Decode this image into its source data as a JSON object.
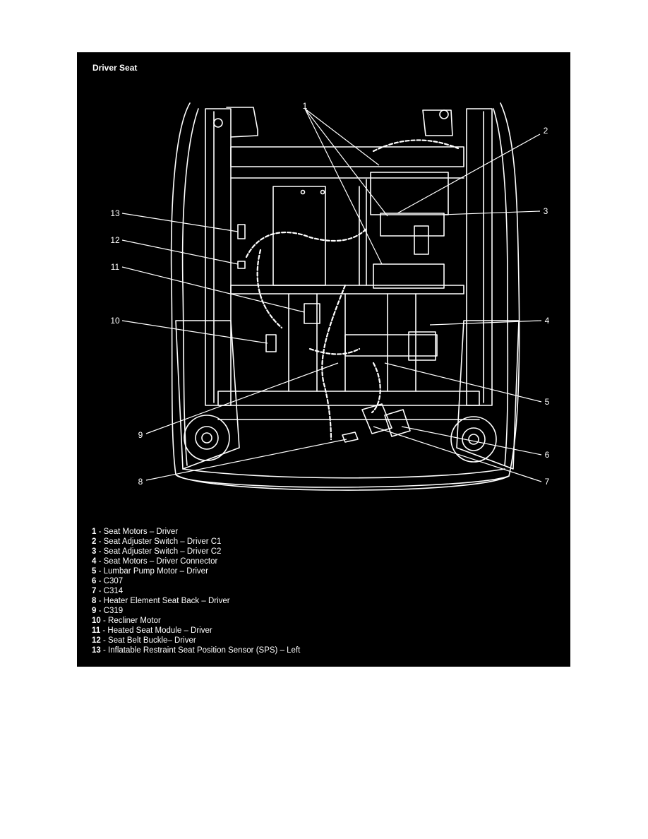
{
  "figure": {
    "title": "Driver Seat",
    "colors": {
      "background": "#000000",
      "line": "#ffffff",
      "page": "#ffffff"
    }
  },
  "callouts": [
    "1",
    "2",
    "3",
    "4",
    "5",
    "6",
    "7",
    "8",
    "9",
    "10",
    "11",
    "12",
    "13"
  ],
  "legend": [
    {
      "num": "1",
      "sep": " - ",
      "label": "Seat Motors – Driver"
    },
    {
      "num": "2",
      "sep": " - ",
      "label": "Seat Adjuster Switch – Driver C1"
    },
    {
      "num": "3",
      "sep": " - ",
      "label": "Seat Adjuster Switch – Driver C2"
    },
    {
      "num": "4",
      "sep": " - ",
      "label": "Seat Motors – Driver Connector"
    },
    {
      "num": "5",
      "sep": " - ",
      "label": "Lumbar Pump Motor – Driver"
    },
    {
      "num": "6",
      "sep": " - ",
      "label": "C307"
    },
    {
      "num": "7",
      "sep": " - ",
      "label": "C314"
    },
    {
      "num": "8",
      "sep": " - ",
      "label": "Heater Element Seat Back – Driver"
    },
    {
      "num": "9",
      "sep": " - ",
      "label": "C319"
    },
    {
      "num": "10",
      "sep": " - ",
      "label": "Recliner Motor"
    },
    {
      "num": "11",
      "sep": " - ",
      "label": "Heated Seat Module – Driver"
    },
    {
      "num": "12",
      "sep": " - ",
      "label": "Seat Belt Buckle– Driver"
    },
    {
      "num": "13",
      "sep": " - ",
      "label": "Inflatable Restraint Seat Position Sensor (SPS) – Left"
    }
  ]
}
